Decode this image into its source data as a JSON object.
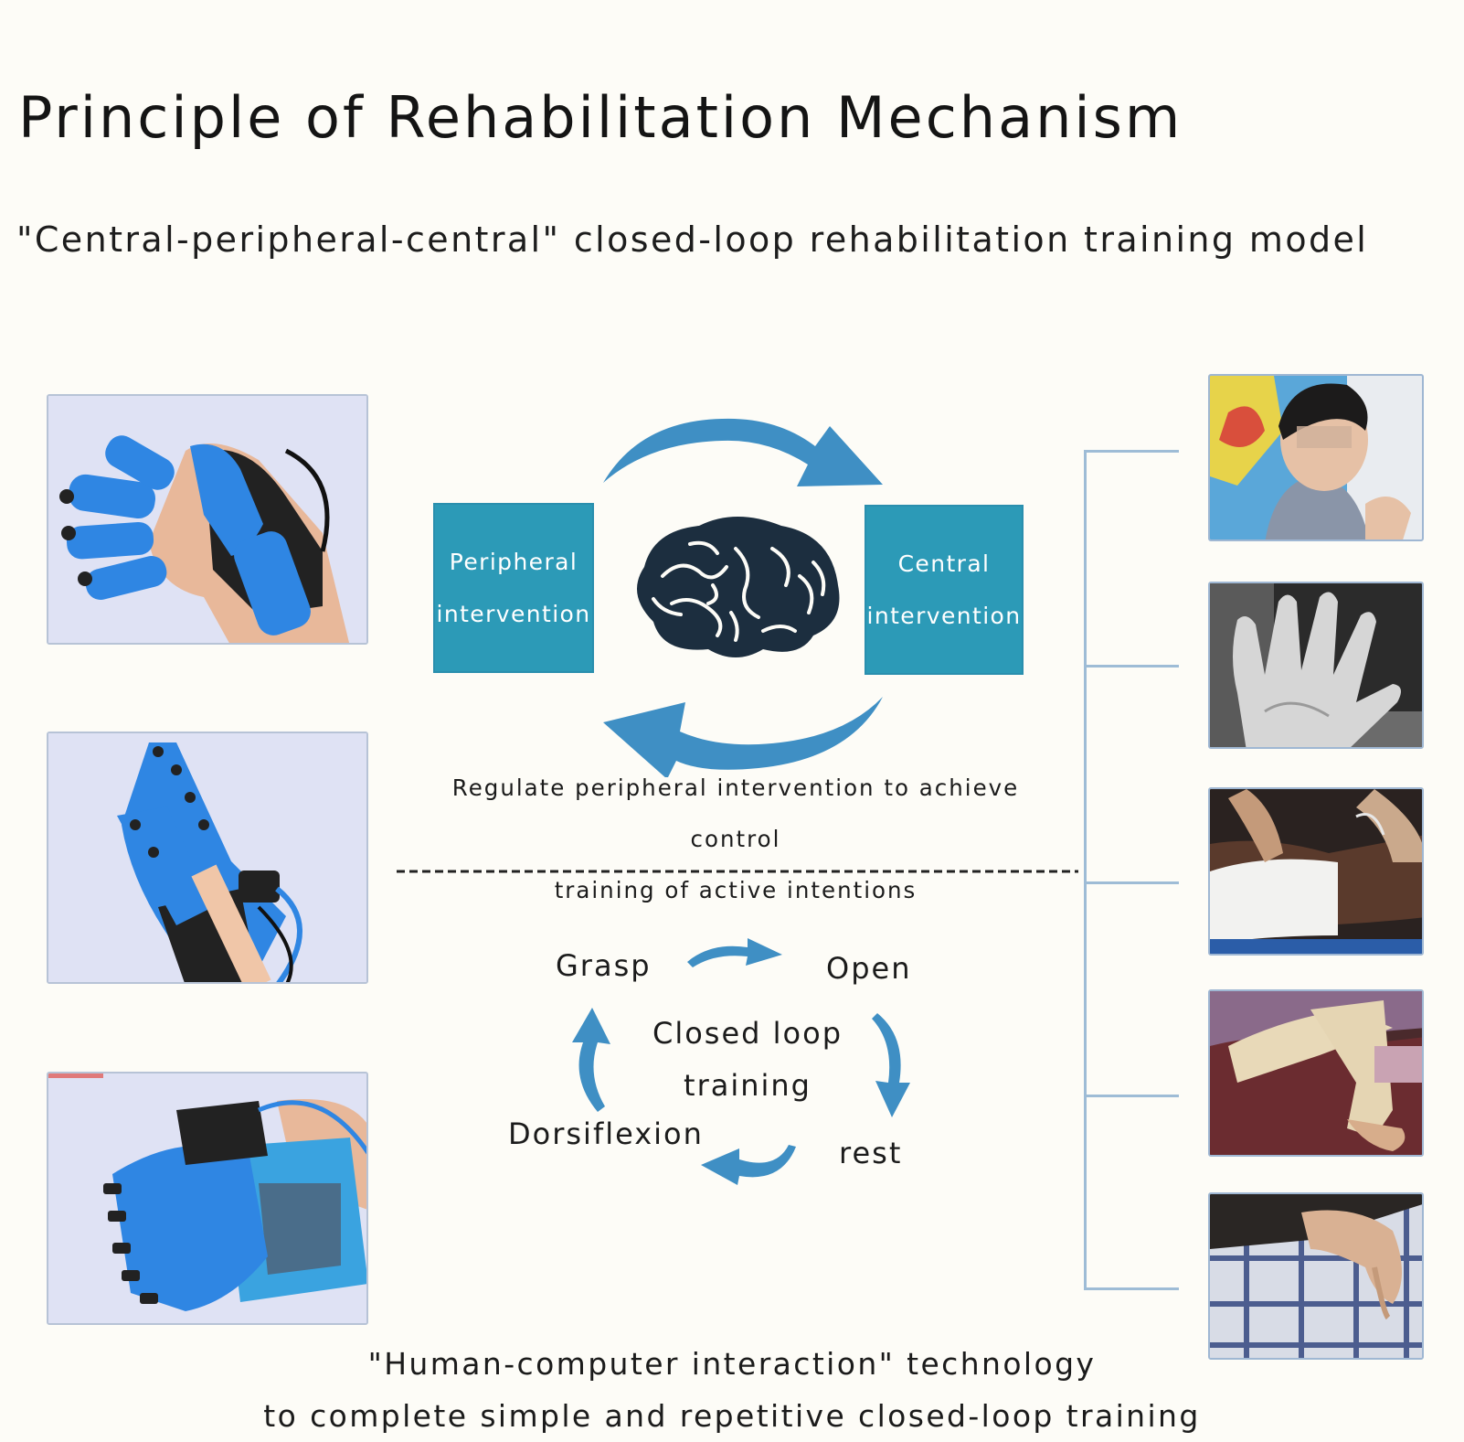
{
  "title": "Principle of Rehabilitation Mechanism",
  "subtitle": "\"Central-peripheral-central\" closed-loop rehabilitation training model",
  "boxes": {
    "peripheral": {
      "line1": "Peripheral",
      "line2": "intervention"
    },
    "central": {
      "line1": "Central",
      "line2": "intervention"
    }
  },
  "regulate_text": {
    "line1": "Regulate peripheral intervention to achieve control",
    "line2": "training of active intentions"
  },
  "closed_loop": {
    "center_line1": "Closed loop",
    "center_line2": "training",
    "steps": {
      "grasp": "Grasp",
      "open": "Open",
      "rest": "rest",
      "dorsiflexion": "Dorsiflexion"
    }
  },
  "bottom_text": {
    "line1": "\"Human-computer interaction\" technology",
    "line2": "to complete simple and repetitive closed-loop training"
  },
  "colors": {
    "accent_blue": "#2c9ab7",
    "arrow_blue": "#3f8fc4",
    "glove_blue": "#2f86e3",
    "brain_dark": "#1c2e3f",
    "background": "#fdfcf7"
  }
}
